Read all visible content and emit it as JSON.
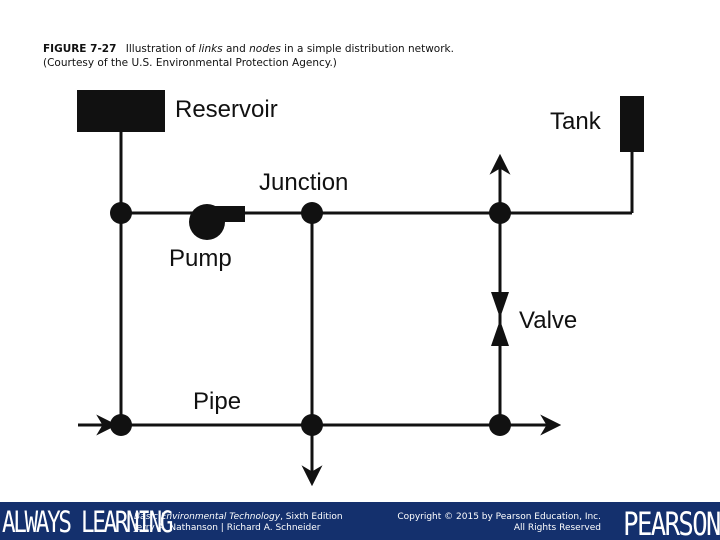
{
  "caption": {
    "figure_number": "FIGURE 7-27",
    "text_before_links": "Illustration of",
    "links_word": "links",
    "and_word": "and",
    "nodes_word": "nodes",
    "text_after_nodes": "in a simple distribution network.",
    "credit": "(Courtesy of the U.S. Environmental Protection Agency.)"
  },
  "diagram": {
    "labels": {
      "reservoir": "Reservoir",
      "tank": "Tank",
      "junction": "Junction",
      "pump": "Pump",
      "valve": "Valve",
      "pipe": "Pipe"
    }
  },
  "footer": {
    "tagline": "ALWAYS LEARNING",
    "book_title": "Basic Environmental Technology",
    "book_edition": ", Sixth Edition",
    "authors": "Jerry A. Nathanson | Richard A. Schneider",
    "copyright": "Copyright © 2015 by Pearson Education, Inc.",
    "rights": "All Rights Reserved",
    "brand": "PEARSON",
    "background_color": "#14306d"
  }
}
